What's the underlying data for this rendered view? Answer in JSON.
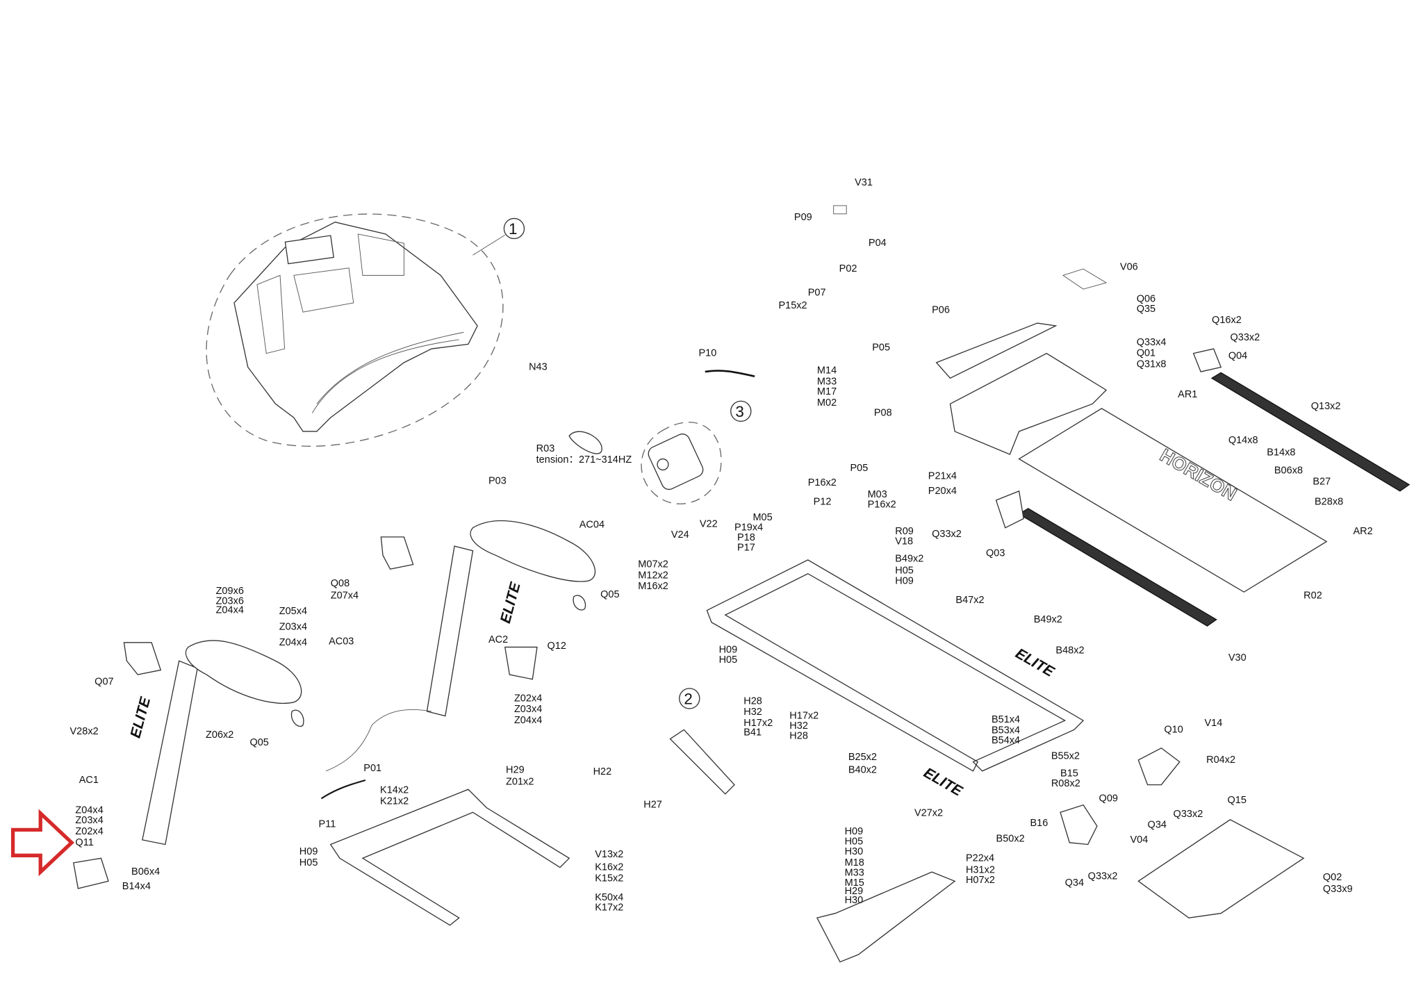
{
  "diagram": {
    "callouts": [
      "1",
      "2",
      "3"
    ],
    "tension_note": "tension：271~314HZ",
    "logos": {
      "elite": "ELITE",
      "horizon": "HORIZON"
    },
    "highlight_arrow": {
      "color": "#d62a2a",
      "points_to": "Q11"
    },
    "labels": [
      "N43",
      "R03",
      "P10",
      "V31",
      "P09",
      "P04",
      "P02",
      "P07",
      "P15x2",
      "P06",
      "P05",
      "M14",
      "M33",
      "M17",
      "M02",
      "P08",
      "P05",
      "P16x2",
      "P12",
      "M03",
      "P16x2",
      "M05",
      "P19x4",
      "P18",
      "P17",
      "V22",
      "V24",
      "R09",
      "V18",
      "B49x2",
      "H05",
      "H09",
      "M07x2",
      "M12x2",
      "M16x2",
      "H09",
      "H05",
      "B47x2",
      "B49x2",
      "B48x2",
      "V06",
      "Q06",
      "Q35",
      "Q16x2",
      "Q33x2",
      "Q04",
      "Q33x4",
      "Q01",
      "Q31x8",
      "AR1",
      "Q13x2",
      "Q14x8",
      "B14x8",
      "B06x8",
      "B27",
      "B28x8",
      "AR2",
      "R02",
      "V30",
      "Q33x2",
      "Q03",
      "P21x4",
      "P20x4",
      "P03",
      "AC04",
      "Q08",
      "Z07x4",
      "Q05",
      "AC2",
      "Q12",
      "Z02x4",
      "Z03x4",
      "Z04x4",
      "Z09x6",
      "Z03x6",
      "Z04x4",
      "Z05x4",
      "Z03x4",
      "Z04x4",
      "AC03",
      "Q07",
      "V28x2",
      "Z06x2",
      "Q05",
      "AC1",
      "Z04x4",
      "Z03x4",
      "Z02x4",
      "Q11",
      "B06x4",
      "B14x4",
      "P01",
      "P11",
      "H29",
      "Z01x2",
      "K14x2",
      "K21x2",
      "H09",
      "H05",
      "V13x2",
      "K16x2",
      "K15x2",
      "K50x4",
      "K17x2",
      "H28",
      "H32",
      "H17x2",
      "B41",
      "H17x2",
      "H32",
      "H28",
      "H22",
      "H27",
      "B51x4",
      "B53x4",
      "B54x4",
      "B25x2",
      "B40x2",
      "V27x2",
      "B55x2",
      "B15",
      "R08x2",
      "B16",
      "B50x2",
      "Q10",
      "V14",
      "R04x2",
      "Q09",
      "Q34",
      "Q33x2",
      "Q15",
      "V04",
      "Q34",
      "Q33x2",
      "Q02",
      "Q33x9",
      "H09",
      "H05",
      "H30",
      "M18",
      "M33",
      "M15",
      "H29",
      "H30",
      "P22x4",
      "H31x2",
      "H07x2"
    ]
  }
}
